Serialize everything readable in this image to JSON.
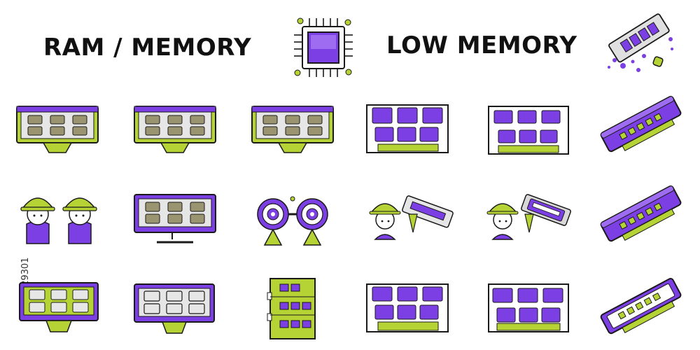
{
  "headings": {
    "ram_memory": "RAM / MEMORY",
    "low_memory": "LOW MEMORY"
  },
  "stock_id": "209029301",
  "colors": {
    "purple": "#7b3fe4",
    "purple_dark": "#5a26b8",
    "lime": "#b5d334",
    "lime_dark": "#8fae1c",
    "outline": "#1a1a1a",
    "screen": "#e6e6e6"
  },
  "icons": [
    "cpu-chip-icon",
    "ram-stick-with-particles-icon",
    "monitor-memory-blocks-icon",
    "monitor-memory-blocks-icon",
    "monitor-memory-blocks-icon",
    "memory-card-icon",
    "memory-card-icon",
    "ram-module-icon",
    "two-people-helmets-icon",
    "monitor-memory-blocks-icon",
    "webcam-icon",
    "person-with-ram-icon",
    "person-with-ram-icon",
    "ram-module-icon",
    "monitor-memory-blocks-icon",
    "monitor-memory-blocks-icon",
    "memory-board-icon",
    "memory-card-icon",
    "memory-card-icon",
    "ram-module-icon"
  ]
}
